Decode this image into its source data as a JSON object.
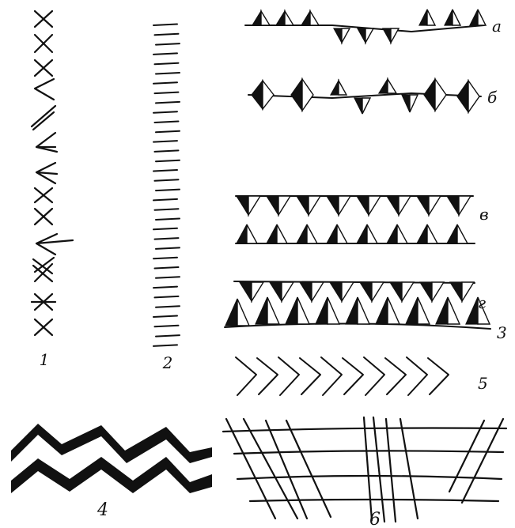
{
  "labels": {
    "col1": "1",
    "col2": "2",
    "row_a": "а",
    "row_b": "б",
    "row_v": "в",
    "row_g": "г",
    "row_3": "3",
    "row_5": "5",
    "fig4": "4",
    "fig6": "6"
  },
  "colors": {
    "ink": "#111111",
    "paper": "#ffffff"
  }
}
